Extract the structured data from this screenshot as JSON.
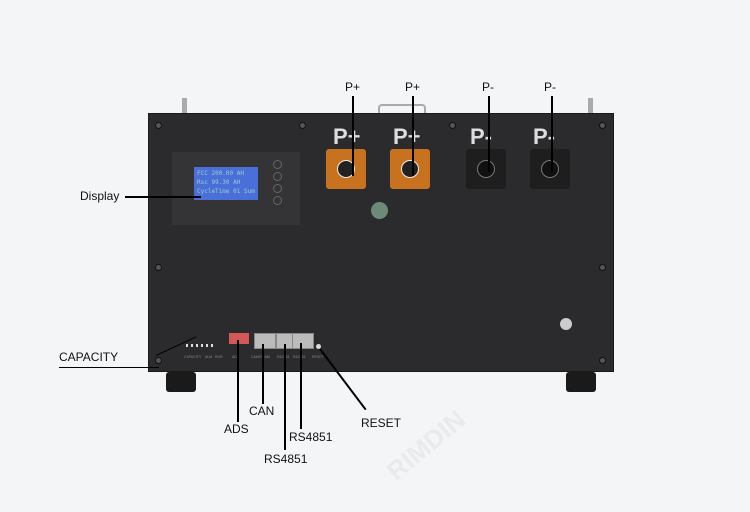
{
  "terminals": [
    {
      "label": "P+",
      "callout": "P+"
    },
    {
      "label": "P+",
      "callout": "P+"
    },
    {
      "label": "P-",
      "callout": "P-"
    },
    {
      "label": "P-",
      "callout": "P-"
    }
  ],
  "display": {
    "rows": [
      {
        "name": "FCC",
        "value": "200.00",
        "unit": "AH"
      },
      {
        "name": "Rsc",
        "value": "99.30",
        "unit": "AH"
      },
      {
        "name": "CycleTime",
        "value": "01",
        "unit": "Sum"
      }
    ]
  },
  "panel_labels": {
    "capacity": "CAPACITY",
    "alm": "ALM",
    "run": "RUN",
    "adr": "ADr",
    "can": "CAN/RS485",
    "rs1": "RS4851",
    "rs2": "RS4851",
    "reset": "RESET"
  },
  "callouts": {
    "display": "Display",
    "capacity": "CAPACITY",
    "can": "CAN",
    "ads": "ADS",
    "rs4851_a": "RS4851",
    "rs4851_b": "RS4851",
    "reset": "RESET"
  },
  "watermark": "RIMDIN",
  "colors": {
    "panel": "#2b2b2d",
    "positive": "#c8711f",
    "lcd": "#4a6fd8"
  }
}
